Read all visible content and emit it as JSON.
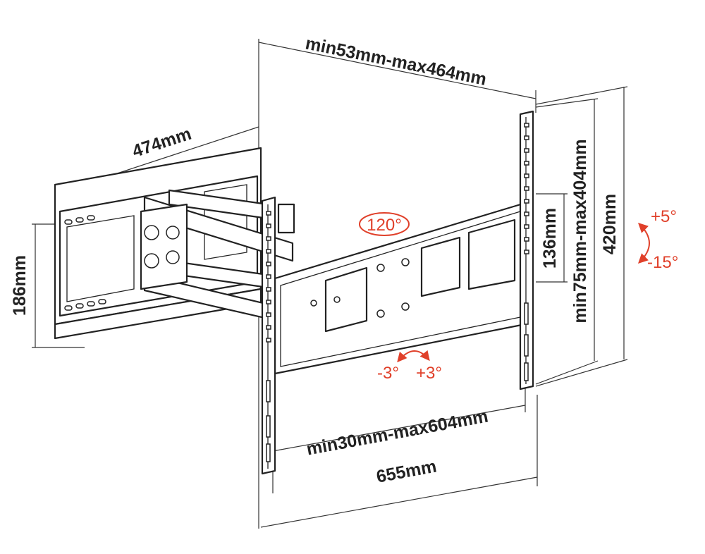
{
  "dimensions": {
    "wall_depth_range": "min53mm-max464mm",
    "arm_length": "474mm",
    "wall_plate_height": "186mm",
    "vertical_spacing_inner": "136mm",
    "vertical_spacing_range": "min75mm-max404mm",
    "bracket_height": "420mm",
    "horizontal_spacing_range": "min30mm-max604mm",
    "bracket_width": "655mm"
  },
  "adjustments": {
    "swivel": "120°",
    "tilt_up": "+5°",
    "tilt_down": "-15°",
    "level_minus": "-3°",
    "level_plus": "+3°"
  },
  "colors": {
    "line": "#222222",
    "accent": "#e0402a"
  }
}
